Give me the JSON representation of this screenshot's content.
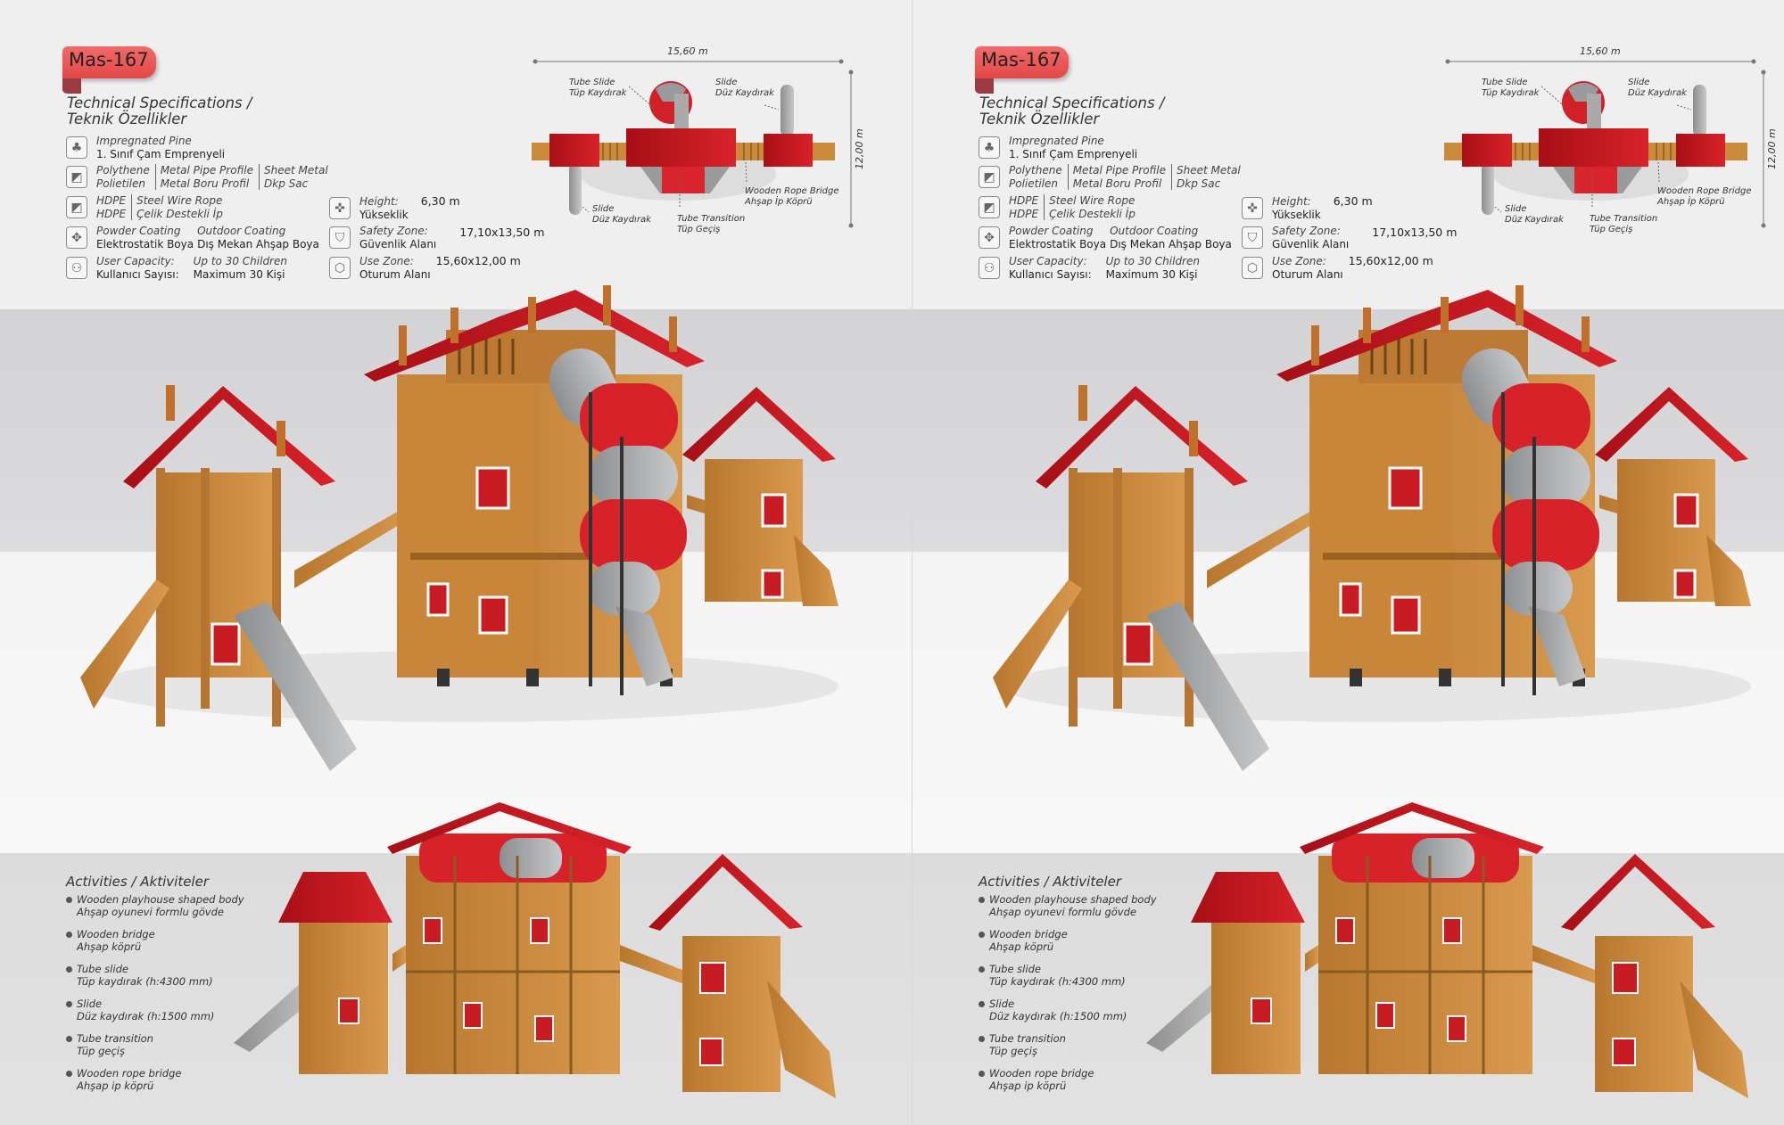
{
  "model": "Mas-167",
  "title": [
    "Technical Specifications /",
    "Teknik Özellikler"
  ],
  "specs": {
    "material": {
      "en": "Impregnated Pine",
      "tr": "1. Sınıf Çam Emprenyeli",
      "icon": "tree-icon"
    },
    "plastics": [
      {
        "en": "Polythene",
        "tr": "Polietilen"
      },
      {
        "en": "Metal Pipe Profile",
        "tr": "Metal Boru Profil"
      },
      {
        "en": "Sheet Metal",
        "tr": "Dkp Sac"
      }
    ],
    "hdpe": [
      {
        "en": "HDPE",
        "tr": "HDPE"
      },
      {
        "en": "Steel Wire Rope",
        "tr": "Çelik Destekli İp"
      }
    ],
    "coating": [
      {
        "en": "Powder Coating",
        "tr": "Elektrostatik Boya"
      },
      {
        "en": "Outdoor Coating",
        "tr": "Dış Mekan Ahşap Boya"
      }
    ],
    "capacity": {
      "en": "User Capacity:",
      "tr": "Kullanıcı Sayısı:",
      "value_en": "Up to 30 Children",
      "value_tr": "Maximum 30 Kişi"
    },
    "height": {
      "en": "Height:",
      "tr": "Yükseklik",
      "value": "6,30 m"
    },
    "safety_zone": {
      "en": "Safety Zone:",
      "tr": "Güvenlik Alanı",
      "value": "17,10x13,50 m"
    },
    "use_zone": {
      "en": "Use Zone:",
      "tr": "Oturum Alanı",
      "value": "15,60x12,00 m"
    }
  },
  "diagram": {
    "width": "15,60 m",
    "depth": "12,00 m",
    "labels": {
      "tube_slide": [
        "Tube Slide",
        "Tüp Kaydırak"
      ],
      "slide_top": [
        "Slide",
        "Düz Kaydırak"
      ],
      "slide_bottom": [
        "Slide",
        "Düz Kaydırak"
      ],
      "tube_transition": [
        "Tube Transition",
        "Tüp Geçiş"
      ],
      "rope_bridge": [
        "Wooden Rope Bridge",
        "Ahşap İp Köprü"
      ]
    }
  },
  "activities": {
    "title": "Activities / Aktiviteler",
    "items": [
      {
        "en": "Wooden playhouse shaped body",
        "tr": "Ahşap oyunevi formlu gövde"
      },
      {
        "en": "Wooden bridge",
        "tr": "Ahşap köprü"
      },
      {
        "en": "Tube slide",
        "tr": "Tüp kaydırak (h:4300 mm)"
      },
      {
        "en": "Slide",
        "tr": "Düz kaydırak (h:1500 mm)"
      },
      {
        "en": "Tube transition",
        "tr": "Tüp geçiş"
      },
      {
        "en": "Wooden rope bridge",
        "tr": "Ahşap ip köprü"
      }
    ]
  },
  "colors": {
    "accent": "#e84a4a",
    "roof": "#c8141c",
    "wood": "#c98a3c",
    "slide": "#a9aaac"
  }
}
